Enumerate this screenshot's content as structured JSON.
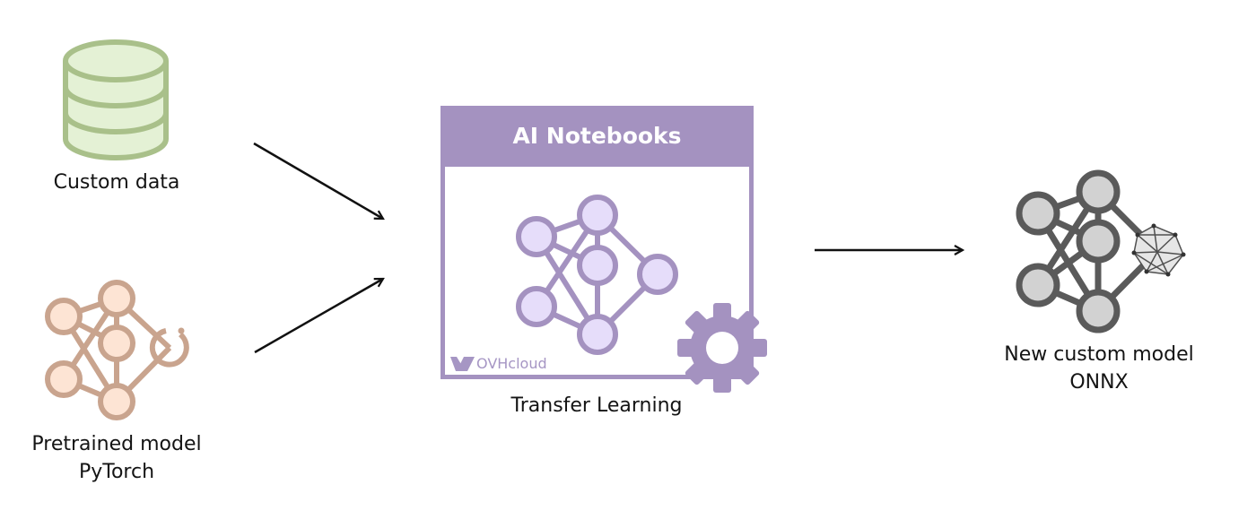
{
  "inputs": {
    "custom_data": {
      "label": "Custom data",
      "icon": "database-icon",
      "color": "#a9c08a"
    },
    "pretrained_model": {
      "label_line1": "Pretrained model",
      "label_line2": "PyTorch",
      "icon": "pytorch-network-icon",
      "color": "#c9a48e"
    }
  },
  "notebook": {
    "title": "AI Notebooks",
    "brand": "OVHcloud",
    "caption": "Transfer Learning",
    "icon": "neural-network-icon",
    "gear_icon": "gear-icon",
    "accent": "#a492c0"
  },
  "output": {
    "label_line1": "New custom model",
    "label_line2": "ONNX",
    "icon": "onnx-network-icon",
    "color": "#5a5a5a"
  }
}
